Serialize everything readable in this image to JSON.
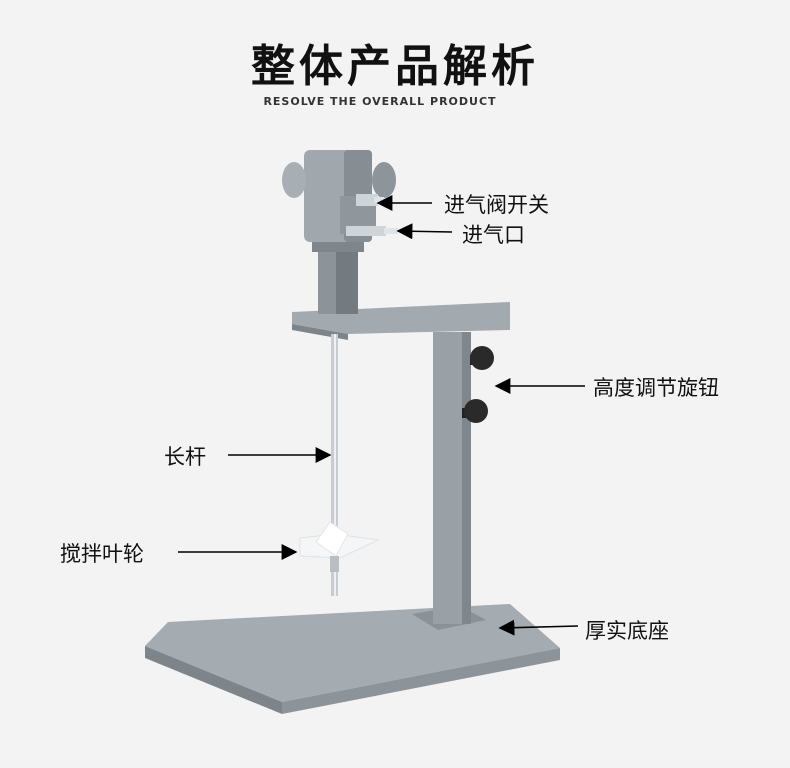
{
  "header": {
    "title": "整体产品解析",
    "subtitle": "RESOLVE THE OVERALL PRODUCT"
  },
  "callouts": {
    "air_valve_switch": "进气阀开关",
    "air_inlet": "进气口",
    "height_knob": "高度调节旋钮",
    "long_rod": "长杆",
    "impeller": "搅拌叶轮",
    "base": "厚实底座"
  },
  "colors": {
    "background": "#f3f3f3",
    "metal_gray": "#9aa2a8",
    "base_top": "#a9b0b6",
    "knob": "#2a2a2a"
  }
}
